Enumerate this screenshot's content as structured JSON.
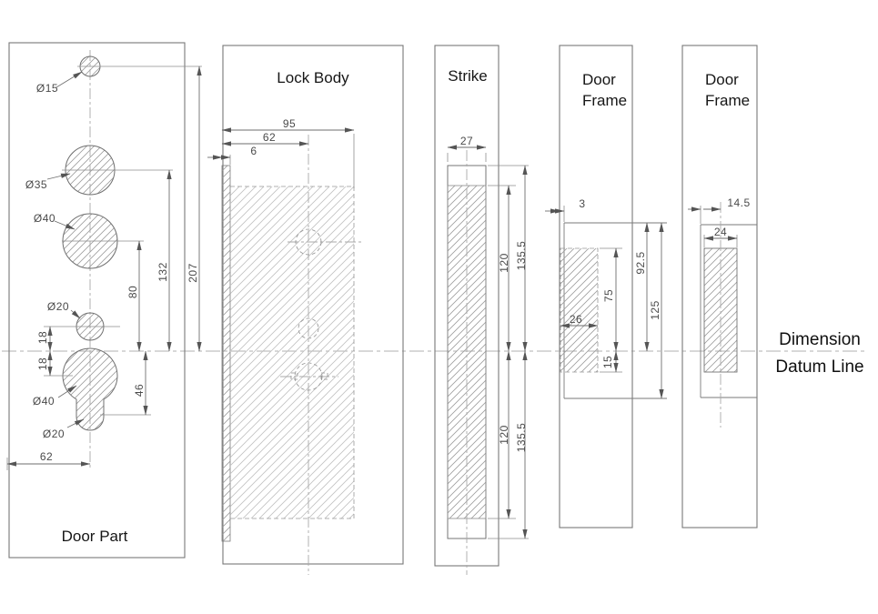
{
  "drawing": {
    "type": "mortise-lock installation technical drawing",
    "datum": {
      "line1": "Dimension",
      "line2": "Datum Line"
    },
    "panels": {
      "door_part": {
        "title": "Door Part",
        "labels": {
          "d15": "Ø15",
          "d35": "Ø35",
          "d40_top": "Ø40",
          "d20_mid": "Ø20",
          "d40_bot": "Ø40",
          "d20_bot": "Ø20",
          "dim207": "207",
          "dim132": "132",
          "dim80": "80",
          "dim18_upper": "18",
          "dim18_lower": "18",
          "dim46": "46",
          "dim62": "62"
        }
      },
      "lock_body": {
        "title": "Lock Body",
        "labels": {
          "dim95": "95",
          "dim62": "62",
          "dim6": "6"
        }
      },
      "strike": {
        "title": "Strike",
        "labels": {
          "dim27": "27",
          "dim120_upper": "120",
          "dim135_upper": "135.5",
          "dim120_lower": "120",
          "dim135_lower": "135.5"
        }
      },
      "door_frame_left": {
        "title_line1": "Door",
        "title_line2": "Frame",
        "labels": {
          "dim3": "3",
          "dim26": "26",
          "dim75": "75",
          "dim15": "15",
          "dim92_5": "92.5",
          "dim125": "125"
        }
      },
      "door_frame_right": {
        "title_line1": "Door",
        "title_line2": "Frame",
        "labels": {
          "dim14_5": "14.5",
          "dim24": "24"
        }
      }
    },
    "colors": {
      "outline": "#787878",
      "dim_line": "#6e6e6e",
      "centerline": "#a8a8a8",
      "hidden_line": "#8f8f8f",
      "hatch": "#9e9e9e",
      "hatch_light": "#c2c2c2",
      "dim_text": "#4a4a4a",
      "title_text": "#161616",
      "background": "#ffffff"
    }
  }
}
